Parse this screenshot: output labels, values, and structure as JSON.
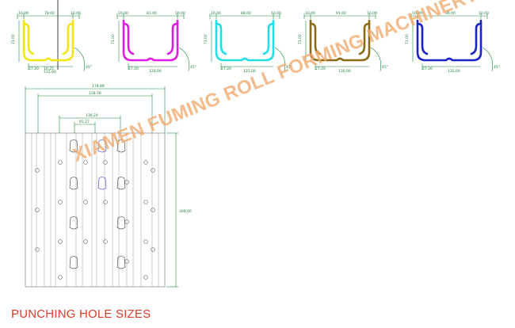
{
  "profiles": [
    {
      "color": "#f4e413",
      "top": [
        "10.00",
        "78.00",
        "10.00"
      ],
      "height": "71.00",
      "bottom": [
        "27.20",
        "10.25",
        "115.60"
      ],
      "angle": "45°"
    },
    {
      "color": "#e01ae0",
      "top": [
        "10.00",
        "81.00",
        "10.00"
      ],
      "height": "71.00",
      "bottom": [
        "27.20",
        "120.00"
      ],
      "angle": "45°"
    },
    {
      "color": "#22dde8",
      "top": [
        "10.00",
        "88.00",
        "10.00"
      ],
      "height": "71.00",
      "bottom": [
        "27.20",
        "125.00"
      ],
      "angle": "45°"
    },
    {
      "color": "#8a6a14",
      "top": [
        "10.00",
        "91.00",
        "10.00"
      ],
      "height": "71.00",
      "bottom": [
        "27.20",
        "130.00"
      ],
      "angle": "45°"
    },
    {
      "color": "#1a22c8",
      "top": [
        "10.00",
        "96.00",
        "10.00"
      ],
      "height": "71.00",
      "bottom": [
        "27.20",
        "135.00"
      ],
      "angle": "45°"
    }
  ],
  "sheet": {
    "width_outer": "178.89",
    "width_inner": "128.78",
    "slot_span_outer": "136.24",
    "slot_span_inner": "65.27",
    "height": "300.00"
  },
  "caption": "PUNCHING HOLE SIZES",
  "watermark": "XIAMEN FUMING ROLL FORMING MACHINERY CO.,LTD"
}
